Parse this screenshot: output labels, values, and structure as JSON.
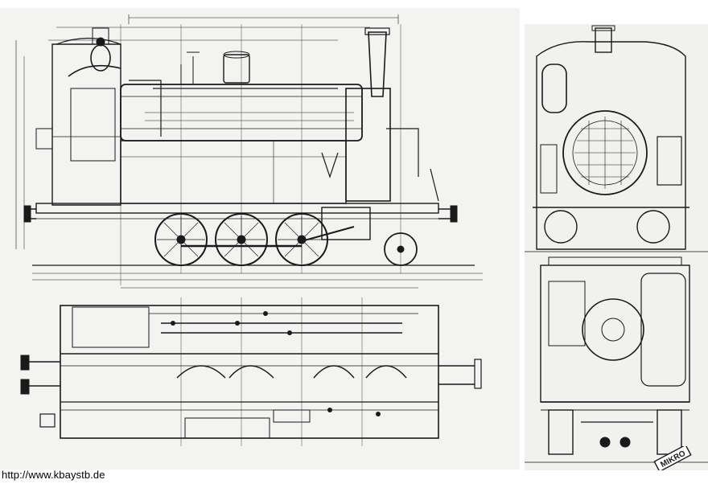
{
  "credit": {
    "url": "http://www.kbaystb.de"
  },
  "stamp": {
    "label": "MIKRO"
  },
  "colors": {
    "ink": "#1a1a1a",
    "paper": "#f3f3f1",
    "background": "#ffffff"
  },
  "views": [
    {
      "id": "side-elevation"
    },
    {
      "id": "plan-view"
    },
    {
      "id": "front-end-view"
    },
    {
      "id": "rear-end-view"
    }
  ]
}
